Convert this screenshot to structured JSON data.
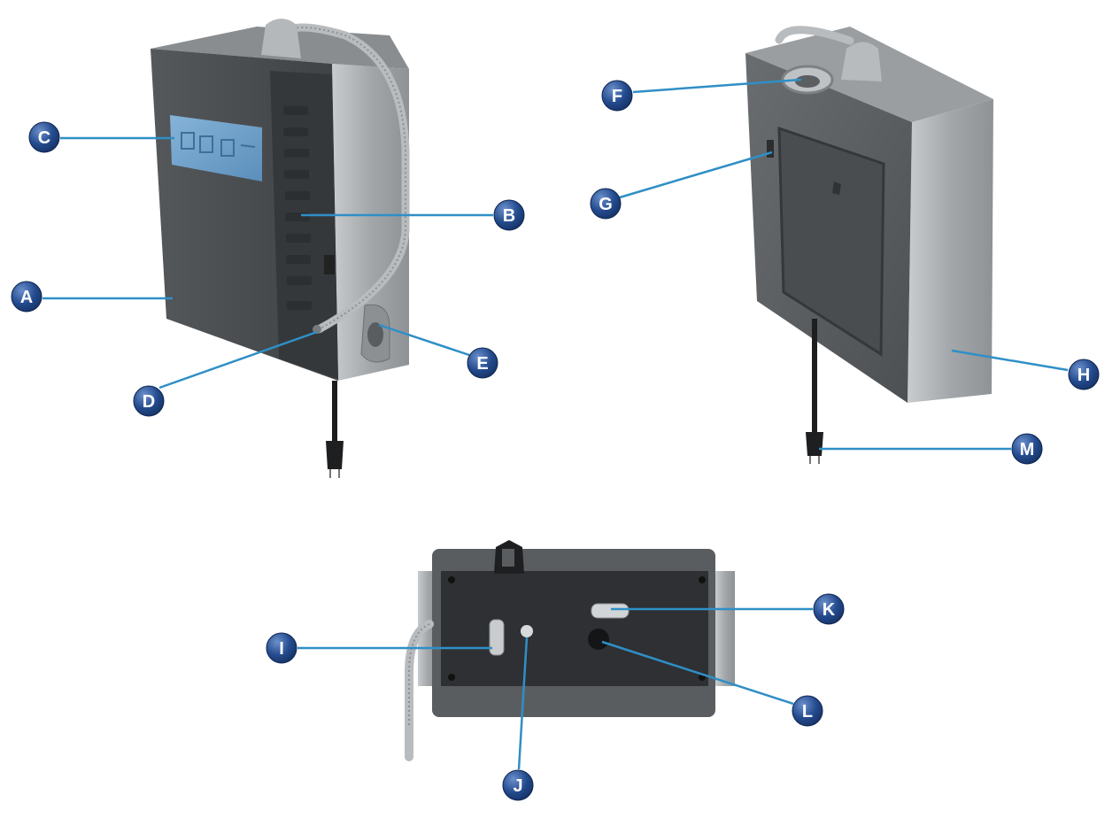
{
  "colors": {
    "leader_line": "#2f8fc6",
    "badge_fill": "#1d3f7c",
    "badge_highlight": "#5c82c0",
    "device_dark": "#4a4d50",
    "device_panel": "#3b3e41",
    "device_silver": "#a9adb0",
    "display_blue": "#6fa0c8"
  },
  "callouts": [
    {
      "id": "A",
      "label": "A",
      "target": "front-panel"
    },
    {
      "id": "B",
      "label": "B",
      "target": "control-buttons"
    },
    {
      "id": "C",
      "label": "C",
      "target": "lcd-display"
    },
    {
      "id": "D",
      "label": "D",
      "target": "spout-outlet"
    },
    {
      "id": "E",
      "label": "E",
      "target": "side-handle"
    },
    {
      "id": "F",
      "label": "F",
      "target": "hose-swivel"
    },
    {
      "id": "G",
      "label": "G",
      "target": "rear-switch"
    },
    {
      "id": "H",
      "label": "H",
      "target": "side-cover"
    },
    {
      "id": "I",
      "label": "I",
      "target": "water-inlet"
    },
    {
      "id": "J",
      "label": "J",
      "target": "bottom-port"
    },
    {
      "id": "K",
      "label": "K",
      "target": "drain-outlet"
    },
    {
      "id": "L",
      "label": "L",
      "target": "bottom-socket"
    },
    {
      "id": "M",
      "label": "M",
      "target": "power-plug"
    }
  ]
}
